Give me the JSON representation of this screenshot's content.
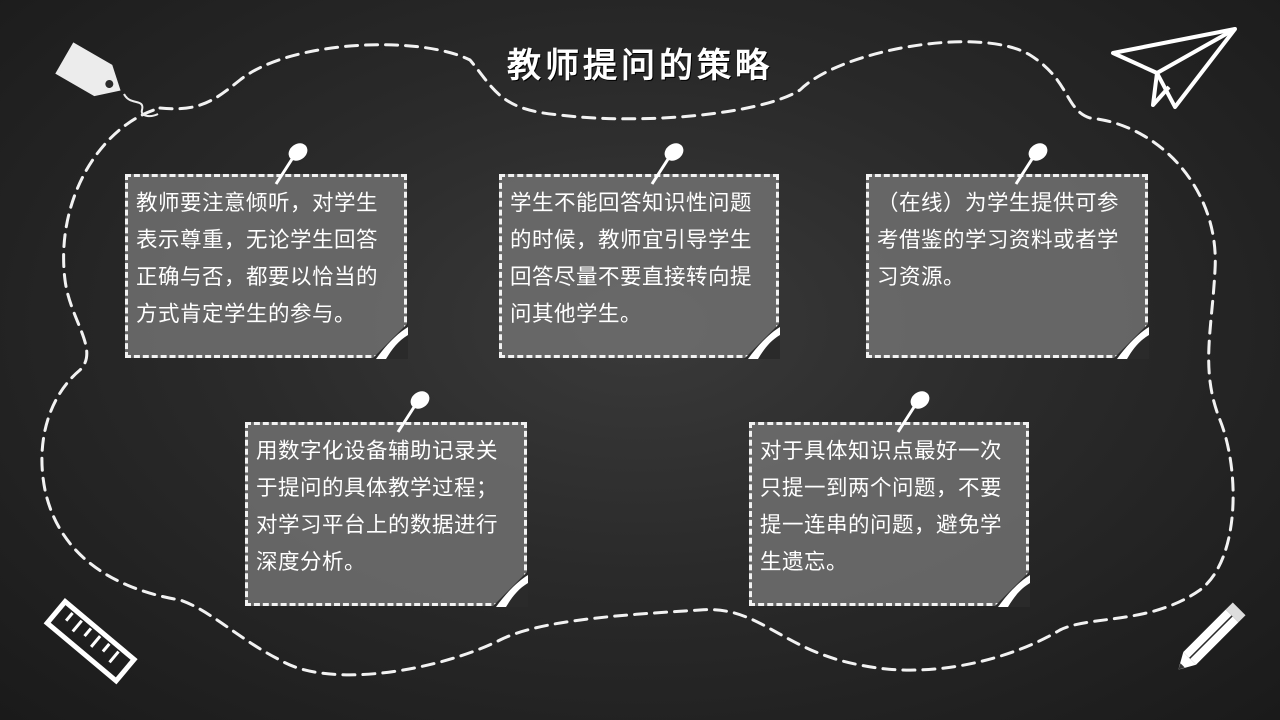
{
  "slide": {
    "title": "教师提问的策略"
  },
  "notes": [
    {
      "text": "教师要注意倾听，对学生表示尊重，无论学生回答正确与否，都要以恰当的方式肯定学生的参与。"
    },
    {
      "text": "学生不能回答知识性问题的时候，教师宜引导学生回答尽量不要直接转向提问其他学生。"
    },
    {
      "text": "（在线）为学生提供可参考借鉴的学习资料或者学习资源。"
    },
    {
      "text": "用数字化设备辅助记录关于提问的具体教学过程；对学习平台上的数据进行深度分析。"
    },
    {
      "text": "对于具体知识点最好一次只提一到两个问题，不要提一连串的问题，避免学生遗忘。"
    }
  ],
  "icons": {
    "top_left": "tag-icon",
    "top_right": "paper-plane-icon",
    "bottom_left": "ruler-icon",
    "bottom_right": "pencil-icon",
    "note_pin": "pushpin-icon"
  },
  "colors": {
    "background": "#2a2a2a",
    "note_fill": "#6e6e6e",
    "line": "#f2f2f2"
  }
}
